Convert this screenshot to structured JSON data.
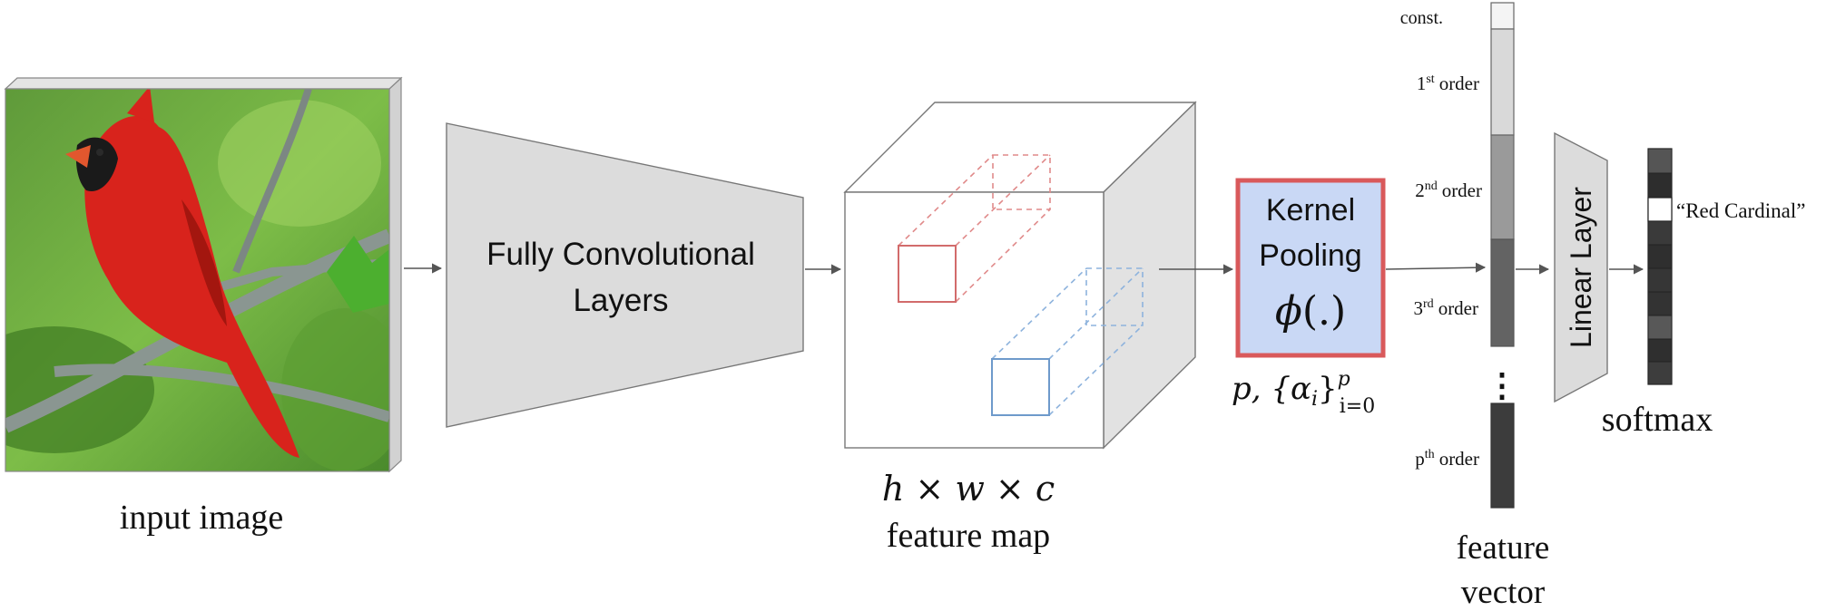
{
  "input": {
    "label": "input image"
  },
  "fcn": {
    "line1": "Fully Convolutional",
    "line2": "Layers"
  },
  "feature_map": {
    "math_label": "h × w × c",
    "label": "feature map"
  },
  "kernel_pooling": {
    "line1": "Kernel",
    "line2": "Pooling",
    "phi": "ϕ",
    "phi_args": "(.)",
    "params_prefix": "p, {α",
    "params_sub_i": "i",
    "params_close": "}",
    "params_sup": "p",
    "params_sub": "i=0"
  },
  "feature_vector": {
    "labels": {
      "const": "const.",
      "first_num": "1",
      "first_sup": "st",
      "second_num": "2",
      "second_sup": "nd",
      "third_num": "3",
      "third_sup": "rd",
      "pth_num": "p",
      "pth_sup": "th",
      "order_word": "order"
    },
    "ellipsis": "⋮",
    "caption_line1": "feature",
    "caption_line2": "vector",
    "colors": {
      "const": "#f4f4f4",
      "first": "#d9d9d9",
      "second": "#9a9a9a",
      "third": "#636363",
      "pth": "#3c3c3c"
    }
  },
  "linear_layer": {
    "label": "Linear Layer"
  },
  "softmax": {
    "label": "softmax",
    "output_label": "“Red Cardinal”"
  },
  "colors": {
    "kernel_fill": "#c9d8f5",
    "kernel_border": "#d9595b",
    "red_dashed": "#e08a8a",
    "red_solid": "#d26b6b",
    "blue_dashed": "#8eb3dd",
    "blue_solid": "#6e9acb",
    "shape_fill": "#dcdcdc",
    "arrow": "#555555"
  }
}
